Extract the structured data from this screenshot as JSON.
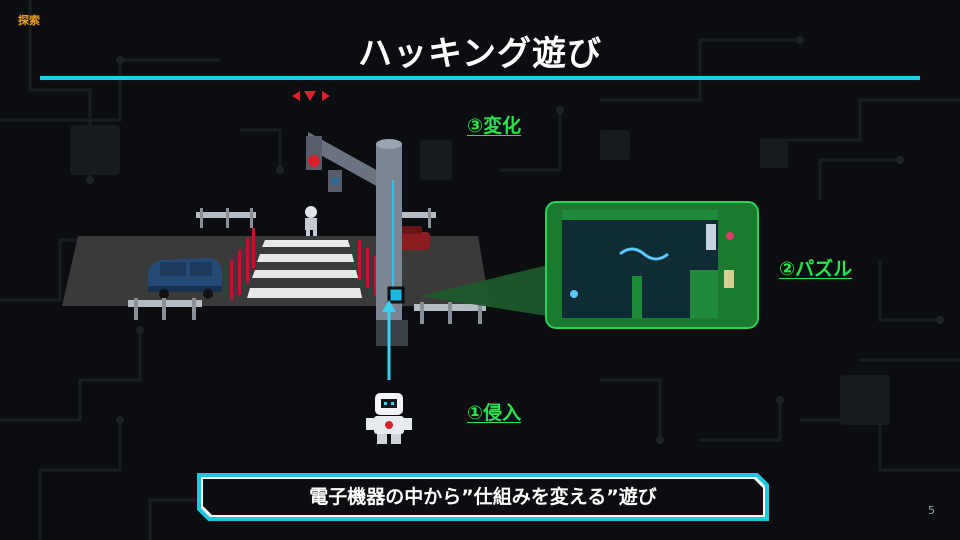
{
  "header": {
    "tag": "探索",
    "title": "ハッキング遊び"
  },
  "labels": {
    "change": "③変化",
    "puzzle": "②パズル",
    "intrude": "①侵入"
  },
  "caption": "電子機器の中から”仕組みを変える”遊び",
  "page_number": "5",
  "colors": {
    "accent_cyan": "#20d0e8",
    "label_green": "#27e44e",
    "tag_orange": "#f0a020",
    "background": "#0b0d10"
  }
}
